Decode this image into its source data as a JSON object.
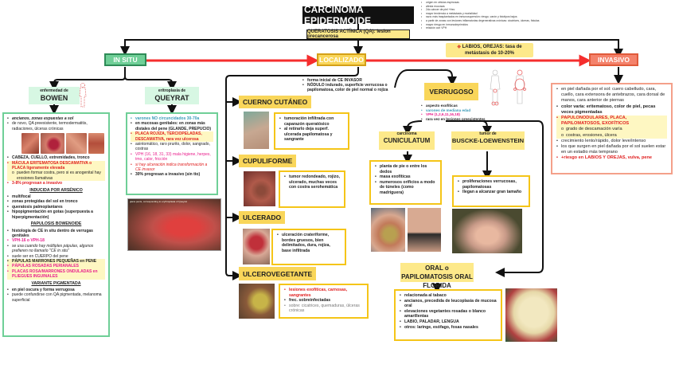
{
  "title": "CARCINOMA EPIDERMOIDE",
  "precursor": "QUERATOSIS ACTÍNICA (QA): lesion precancerosa",
  "top_notes": [
    "origen en células espinosas",
    "afecta mucosas",
    "2do cáncer de piel +frec",
    "mayor tendencia a metástasis y mortalidad",
    "raza: más trasplantados en inmunosupresión: riesgo, varón y fototipos bajos",
    "a partir de zonas con lesiones inflamatorias degenerativas crónicas: cicatrices, úlceras, fístulas",
    "mayor riesgo en inmunodeprimidos",
    "relación con VPH"
  ],
  "stages": {
    "in_situ": "IN SITU",
    "localizado": "LOCALIZADO",
    "invasivo": "INVASIVO"
  },
  "metastasis_note": "LABIOS, OREJAS: tasa de metástasis de 10-20%",
  "bowen": {
    "pre": "enfermedad de",
    "name": "BOWEN",
    "items": [
      "ancianos, zonas expuestas a sol",
      "de novo, QA preexistente, termodermatitis, radiaciones, úlceras crónicas",
      "CABEZA, CUELLO, extremidades, tronco",
      "MÁCULA ERITEMATOSA DESCAMATIVA o PLACA ligeramente elevada",
      "pueden formar costra, pero si es anogenital hay erosiones llamativas",
      "3-8% progresan a invasivo"
    ],
    "arsenico_title": "INDUCIDA POR ARSÉNICO",
    "arsenico": [
      "multifocal",
      "zonas protegidas del sol en tronco",
      "queratosis palmoplantares",
      "hipopigmentación en gotas (superpuesta a hiperpigmentación)"
    ],
    "papulosis_title": "PAPULOSIS BOWENOIDE",
    "papulosis": [
      "histología de CE in situ dentro de verrugas genitales",
      "VPH-16 o VPH-18",
      "se usa cuando hay múltiples pápulas, algunos prefieren no llamarlo \"CE in situ\"",
      "suele ser en CUERPO del pene",
      "PÁPULAS MARRONES PEQUEÑAS en PENE",
      "PÁPULAS ROSADAS PERIANALES",
      "PLACAS ROSA/MARRONES ONDULADAS en PLIEGUES INGUINALES"
    ],
    "pigmentada_title": "VARIANTE PIGMENTADA",
    "pigmentada": [
      "en piel oscura y forma verrugosa",
      "puede confundirse con QA pigmentada, melanoma superficial"
    ]
  },
  "queyrat": {
    "pre": "eritroplasia de",
    "name": "QUEYRAT",
    "items": [
      "varones NO circuncidados 30-70a",
      "en mucosas genitales: en zonas más distales del pene (GLANDE, PREPUCIO)",
      "PLACA ROJIZA, TERCIOPELADAS, DESCAMATIVA, rara vez ulcerosa",
      "asintomático, raro prurito, dolor, sangrado, costras",
      "VPH (16, 18, 31, 33) mala higiene, herpes, tmo, calor, fricción",
      "si hay ulceración indica transformación a CE invasor",
      "30% progresan a invasivo (sin tto)"
    ],
    "image_caption": "glans penis, corresponding to erythroplasia of Queyrat"
  },
  "localizado": {
    "notes": [
      "forma inicial de CE INVASOR",
      "NÓDULO indurado, superficie verrucosa o papilomatosa, color de piel normal o rojiza"
    ],
    "types": [
      {
        "name": "CUERNO CUTÁNEO",
        "items": [
          "tumoración infiltrada con caparazón queratósico",
          "al retirarlo deja superf. ulcerada papilomatosa y sangrante"
        ]
      },
      {
        "name": "CUPULIFORME",
        "items": [
          "tumor redondeado, rojizo, ulcerado, muchas veces con costra serohemática"
        ]
      },
      {
        "name": "ULCERADO",
        "items": [
          "ulceración crateriforme, bordes gruesos, bien delimitados, dura, rojiza, base infiltrada"
        ]
      },
      {
        "name": "ULCEROVEGETANTE",
        "items": [
          "lesiones exofíticas, carnosas, sangrantes",
          "frec. sobreinfectadas",
          "sobre: cicatrices, quemaduras, úlceras crónicas"
        ]
      }
    ]
  },
  "verrugoso": {
    "name": "VERRUGOSO",
    "items": [
      "aspecto exofíticas",
      "varones de mediana edad",
      "VPH (1,2,6,11,16,18)",
      "rara vez en lesiones preexistentes"
    ],
    "cuniculatum": {
      "pre": "carcinoma",
      "name": "CUNICULATUM",
      "items": [
        "planta de pie o entre los dedos",
        "masa exofíticas",
        "numerosos orificios a modo de túneles (como madriguera)"
      ]
    },
    "buscke": {
      "pre": "tumor de",
      "name": "BUSCKE-LOEWENSTEIN",
      "items": [
        "proliferaciones verrucosas, papilomatosas",
        "llegan a alcanzar gran tamaño"
      ]
    },
    "oral": {
      "name": "ORAL o PAPILOMATOSIS ORAL FLORIDA",
      "items": [
        "relacionada al tabaco",
        "ancianos, precedida de leucoplasia de mucosa oral",
        "elevaciones vegetantes rosadas o blanco amarillentas",
        "LABIO, PALADAR, LENGUA",
        "otros: laringe, esófago, fosas nasales"
      ]
    }
  },
  "invasivo": {
    "items": [
      "en piel dañada por el sol: cuero cabelludo, cara, cuello, cara extensora de antebrazos, cara dorsal de manos, cara anterior de piernas",
      "color varía: eritematoso, color de piel, pecas veces pigmentadas",
      "PAPULONODULARES, PLACA, PAPILOMATOSOS, EXOFÍTICOS",
      "grado de descamación varía",
      "costras, erosiones, úlcera",
      "crecimiento lento/rápido, dolor leve/intenso",
      "los que surgen en piel dañada por el sol suelen estar en un estadio más temprano",
      "+riesgo en LABIOS Y OREJAS, vulva, pene"
    ]
  },
  "colors": {
    "in_situ": "#6fcf97",
    "localizado": "#f9d65a",
    "invasivo": "#f4826b",
    "arrow_red": "#f52d2d"
  }
}
